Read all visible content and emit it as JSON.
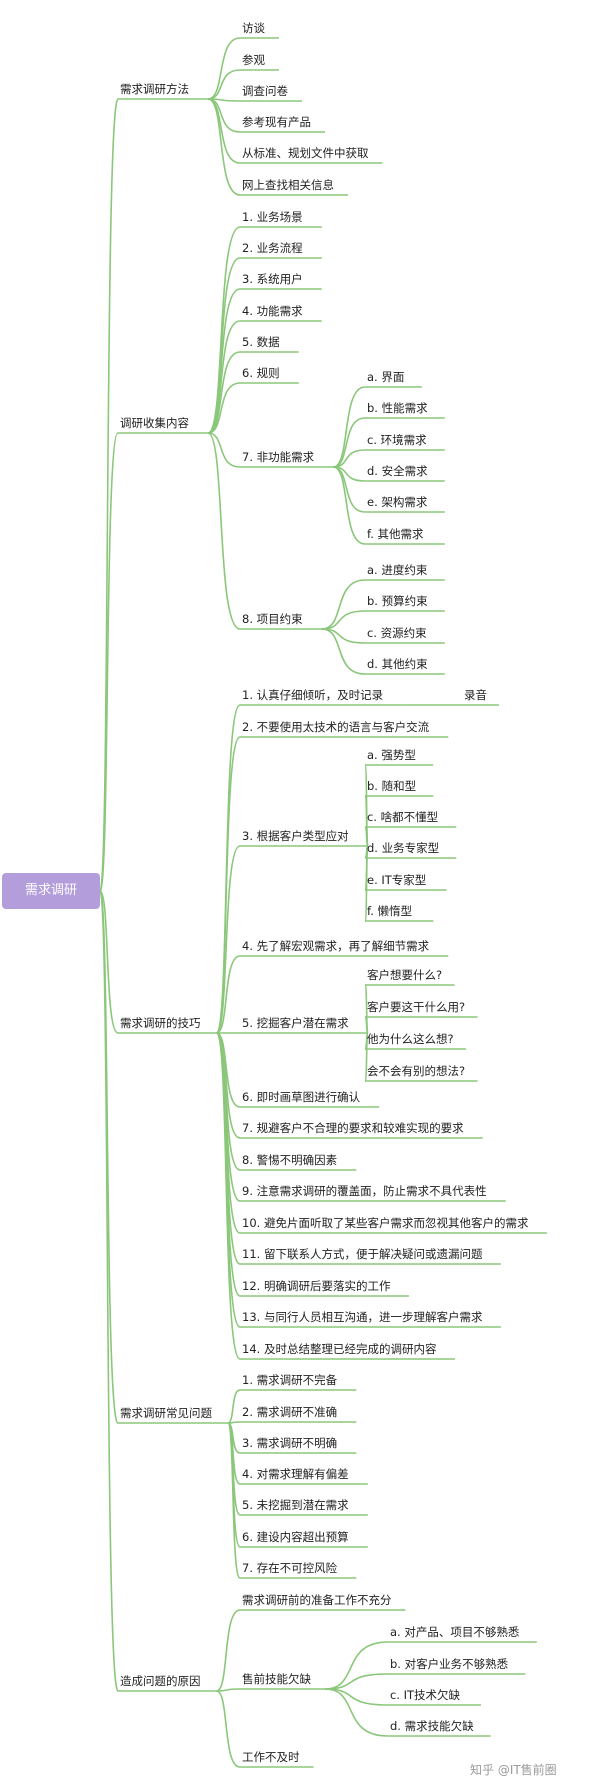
{
  "root": "需求调研",
  "colors": {
    "root_fill": "#b39ddb",
    "line": "#8bc77a"
  },
  "branches": [
    {
      "label": "需求调研方法",
      "children": [
        {
          "label": "访谈"
        },
        {
          "label": "参观"
        },
        {
          "label": "调查问卷"
        },
        {
          "label": "参考现有产品"
        },
        {
          "label": "从标准、规划文件中获取"
        },
        {
          "label": "网上查找相关信息"
        }
      ]
    },
    {
      "label": "调研收集内容",
      "children": [
        {
          "label": "1. 业务场景"
        },
        {
          "label": "2. 业务流程"
        },
        {
          "label": "3. 系统用户"
        },
        {
          "label": "4. 功能需求"
        },
        {
          "label": "5. 数据"
        },
        {
          "label": "6. 规则"
        },
        {
          "label": "7. 非功能需求",
          "children": [
            {
              "label": "a. 界面"
            },
            {
              "label": "b. 性能需求"
            },
            {
              "label": "c. 环境需求"
            },
            {
              "label": "d. 安全需求"
            },
            {
              "label": "e. 架构需求"
            },
            {
              "label": "f. 其他需求"
            }
          ]
        },
        {
          "label": "8. 项目约束",
          "children": [
            {
              "label": "a. 进度约束"
            },
            {
              "label": "b. 预算约束"
            },
            {
              "label": "c. 资源约束"
            },
            {
              "label": "d. 其他约束"
            }
          ]
        }
      ]
    },
    {
      "label": "需求调研的技巧",
      "children": [
        {
          "label": "1. 认真仔细倾听，及时记录",
          "children": [
            {
              "label": "录音"
            }
          ]
        },
        {
          "label": "2. 不要使用太技术的语言与客户交流"
        },
        {
          "label": "3. 根据客户类型应对",
          "children": [
            {
              "label": "a. 强势型"
            },
            {
              "label": "b. 随和型"
            },
            {
              "label": "c. 啥都不懂型"
            },
            {
              "label": "d. 业务专家型"
            },
            {
              "label": "e. IT专家型"
            },
            {
              "label": "f. 懒惰型"
            }
          ]
        },
        {
          "label": "4. 先了解宏观需求，再了解细节需求"
        },
        {
          "label": "5. 挖掘客户潜在需求",
          "children": [
            {
              "label": "客户想要什么?"
            },
            {
              "label": "客户要这干什么用?"
            },
            {
              "label": "他为什么这么想?"
            },
            {
              "label": "会不会有别的想法?"
            }
          ]
        },
        {
          "label": "6. 即时画草图进行确认"
        },
        {
          "label": "7. 规避客户不合理的要求和较难实现的要求"
        },
        {
          "label": "8. 警惕不明确因素"
        },
        {
          "label": "9. 注意需求调研的覆盖面，防止需求不具代表性"
        },
        {
          "label": "10. 避免片面听取了某些客户需求而忽视其他客户的需求"
        },
        {
          "label": "11. 留下联系人方式，便于解决疑问或遗漏问题"
        },
        {
          "label": "12. 明确调研后要落实的工作"
        },
        {
          "label": "13. 与同行人员相互沟通，进一步理解客户需求"
        },
        {
          "label": "14. 及时总结整理已经完成的调研内容"
        }
      ]
    },
    {
      "label": "需求调研常见问题",
      "children": [
        {
          "label": "1. 需求调研不完备"
        },
        {
          "label": "2. 需求调研不准确"
        },
        {
          "label": "3. 需求调研不明确"
        },
        {
          "label": "4. 对需求理解有偏差"
        },
        {
          "label": "5. 未挖掘到潜在需求"
        },
        {
          "label": "6. 建设内容超出预算"
        },
        {
          "label": "7. 存在不可控风险"
        }
      ]
    },
    {
      "label": "造成问题的原因",
      "children": [
        {
          "label": "需求调研前的准备工作不充分"
        },
        {
          "label": "售前技能欠缺",
          "children": [
            {
              "label": "a. 对产品、项目不够熟悉"
            },
            {
              "label": "b. 对客户业务不够熟悉"
            },
            {
              "label": "c. IT技术欠缺"
            },
            {
              "label": "d. 需求技能欠缺"
            }
          ]
        },
        {
          "label": "工作不及时"
        }
      ]
    }
  ],
  "watermark": "知乎 @IT售前圈"
}
